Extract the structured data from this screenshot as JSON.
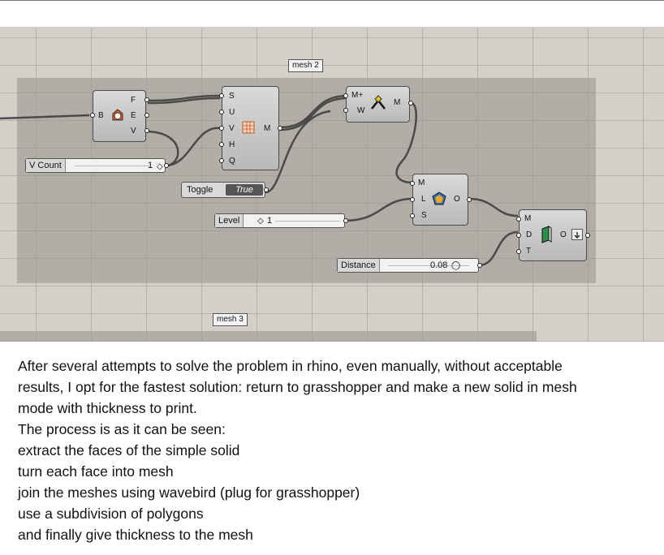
{
  "canvas": {
    "labels": {
      "mesh2": "mesh 2",
      "mesh3": "mesh 3"
    },
    "brep_component": {
      "input": "B",
      "outputs": [
        "F",
        "E",
        "V"
      ]
    },
    "surface_mesh_component": {
      "inputs": [
        "S",
        "U",
        "V",
        "H",
        "Q"
      ],
      "output": "M"
    },
    "join_component": {
      "inputs": [
        "M+",
        "W"
      ],
      "output": "M"
    },
    "subdiv_component": {
      "inputs": [
        "M",
        "L",
        "S"
      ],
      "output": "O"
    },
    "thicken_component": {
      "inputs": [
        "M",
        "D",
        "T"
      ],
      "output": "O"
    },
    "vcount_slider": {
      "name": "V Count",
      "value": "1"
    },
    "toggle": {
      "name": "Toggle",
      "state": "True"
    },
    "level_slider": {
      "name": "Level",
      "value": "1"
    },
    "distance_slider": {
      "name": "Distance",
      "value": "0.08"
    }
  },
  "text": {
    "lines": [
      "After several attempts to solve the problem in rhino, even manually, without acceptable",
      "results, I opt for the fastest solution: return to grasshopper and make a new solid in mesh",
      "mode with thickness to print.",
      "The process is as it can be seen:",
      "extract the faces of the simple solid",
      "turn each face into mesh",
      "join the meshes using wavebird (plug for grasshopper)",
      "use a subdivision of polygons",
      "and finally give thickness to the mesh"
    ]
  }
}
